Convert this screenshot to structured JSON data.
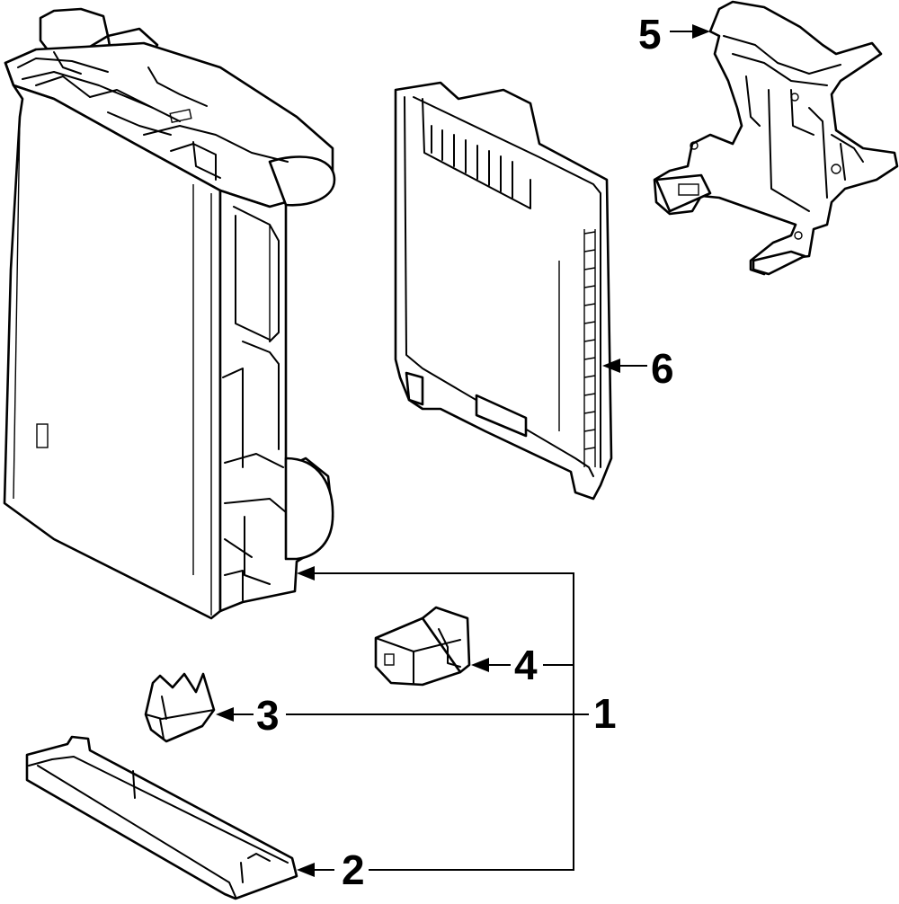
{
  "diagram": {
    "callouts": {
      "c1": "1",
      "c2": "2",
      "c3": "3",
      "c4": "4",
      "c5": "5",
      "c6": "6"
    },
    "colors": {
      "line": "#000000",
      "background": "#ffffff"
    }
  }
}
